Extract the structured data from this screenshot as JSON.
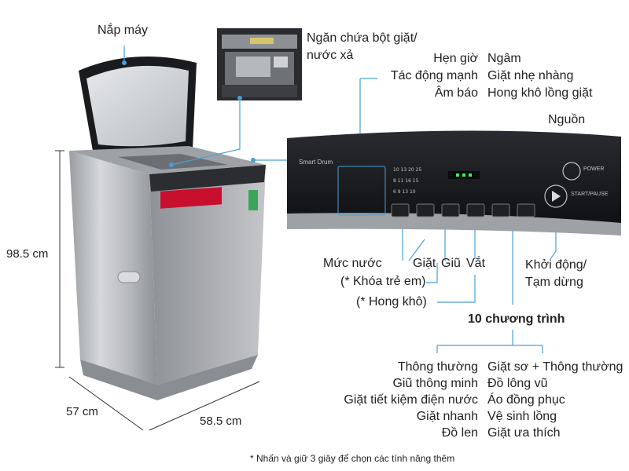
{
  "labels": {
    "lid": "Nắp máy",
    "detergent": "Ngăn chứa bột giặt/\nnước xả",
    "panel_left": [
      "Hẹn giờ",
      "Tác động mạnh",
      "Âm báo"
    ],
    "panel_right": [
      "Ngâm",
      "Giặt nhẹ nhàng",
      "Hong khô lồng giặt"
    ],
    "power": "Nguồn",
    "water_level": "Mức nước",
    "wash": "Giặt",
    "rinse": "Giũ",
    "spin": "Vắt",
    "start_pause": "Khởi động/\nTạm dừng",
    "child_lock": "(* Khóa trẻ em)",
    "dry": "(* Hong khô)",
    "programs_title": "10 chương trình",
    "programs_left": [
      "Thông thường",
      "Giũ thông minh",
      "Giặt tiết kiệm điện nước",
      "Giặt nhanh",
      "Đồ len"
    ],
    "programs_right": [
      "Giặt sơ + Thông thường",
      "Đồ lông vũ",
      "Áo đồng phục",
      "Vệ sinh lồng",
      "Giặt ưa thích"
    ],
    "footnote": "* Nhấn và giữ 3 giây để chọn các tính năng thêm"
  },
  "dimensions": {
    "height": "98.5 cm",
    "depth": "57 cm",
    "width": "58.5 cm"
  },
  "panel_text": {
    "brand": "Smart Drum",
    "power_label": "POWER",
    "start_label": "START/PAUSE"
  },
  "colors": {
    "accent": "#4a9fd8",
    "body_silver": "#b9bcc0",
    "panel_dark": "#15161a"
  }
}
